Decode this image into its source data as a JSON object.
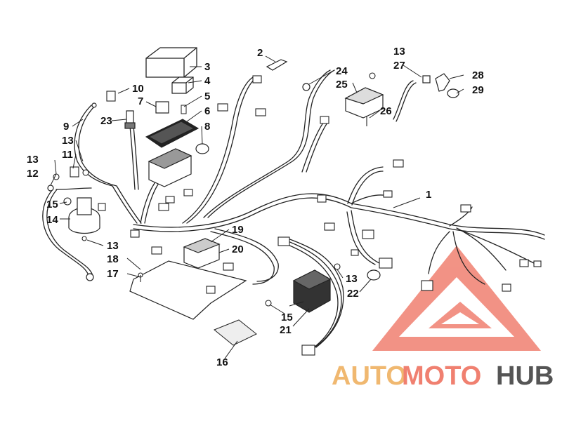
{
  "diagram": {
    "callouts": [
      {
        "id": "c1",
        "label": "1"
      },
      {
        "id": "c2",
        "label": "2"
      },
      {
        "id": "c3",
        "label": "3"
      },
      {
        "id": "c4",
        "label": "4"
      },
      {
        "id": "c5",
        "label": "5"
      },
      {
        "id": "c6",
        "label": "6"
      },
      {
        "id": "c7",
        "label": "7"
      },
      {
        "id": "c8",
        "label": "8"
      },
      {
        "id": "c9",
        "label": "9"
      },
      {
        "id": "c10",
        "label": "10"
      },
      {
        "id": "c11",
        "label": "11"
      },
      {
        "id": "c12",
        "label": "12"
      },
      {
        "id": "c13a",
        "label": "13"
      },
      {
        "id": "c13b",
        "label": "13"
      },
      {
        "id": "c13c",
        "label": "13"
      },
      {
        "id": "c13d",
        "label": "13"
      },
      {
        "id": "c14",
        "label": "14"
      },
      {
        "id": "c15a",
        "label": "15"
      },
      {
        "id": "c15b",
        "label": "15"
      },
      {
        "id": "c16",
        "label": "16"
      },
      {
        "id": "c17",
        "label": "17"
      },
      {
        "id": "c18",
        "label": "18"
      },
      {
        "id": "c19",
        "label": "19"
      },
      {
        "id": "c20",
        "label": "20"
      },
      {
        "id": "c21",
        "label": "21"
      },
      {
        "id": "c22",
        "label": "22"
      },
      {
        "id": "c23",
        "label": "23"
      },
      {
        "id": "c24",
        "label": "24"
      },
      {
        "id": "c25",
        "label": "25"
      },
      {
        "id": "c26",
        "label": "26"
      },
      {
        "id": "c13e",
        "label": "13"
      },
      {
        "id": "c27",
        "label": "27"
      },
      {
        "id": "c28",
        "label": "28"
      },
      {
        "id": "c29",
        "label": "29"
      }
    ]
  },
  "watermark": {
    "part1": "AUTO",
    "part2": "MOTO",
    "part3": "HUB",
    "colors": {
      "auto": "#f0b870",
      "moto": "#f08070",
      "hub": "#555555",
      "triangle": "#f08070"
    }
  }
}
